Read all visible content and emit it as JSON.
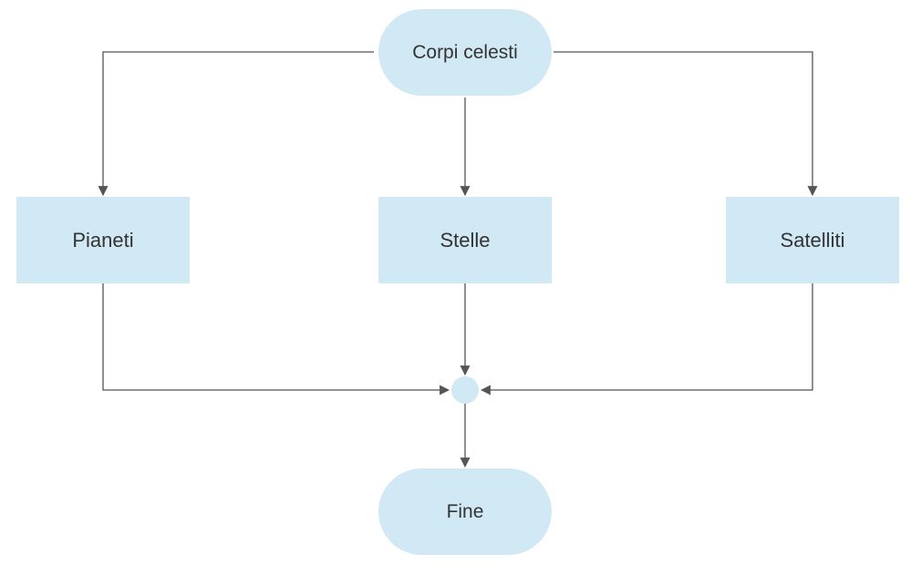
{
  "diagram": {
    "type": "flowchart",
    "colors": {
      "node_fill": "#d1e8f5",
      "connector": "#555555",
      "text": "#333333"
    },
    "nodes": {
      "start": {
        "label": "Corpi celesti",
        "shape": "terminal"
      },
      "pianeti": {
        "label": "Pianeti",
        "shape": "process"
      },
      "stelle": {
        "label": "Stelle",
        "shape": "process"
      },
      "satelliti": {
        "label": "Satelliti",
        "shape": "process"
      },
      "merge": {
        "label": "",
        "shape": "connector-circle"
      },
      "end": {
        "label": "Fine",
        "shape": "terminal"
      }
    },
    "edges": [
      {
        "from": "start",
        "to": "pianeti"
      },
      {
        "from": "start",
        "to": "stelle"
      },
      {
        "from": "start",
        "to": "satelliti"
      },
      {
        "from": "pianeti",
        "to": "merge"
      },
      {
        "from": "stelle",
        "to": "merge"
      },
      {
        "from": "satelliti",
        "to": "merge"
      },
      {
        "from": "merge",
        "to": "end"
      }
    ]
  }
}
